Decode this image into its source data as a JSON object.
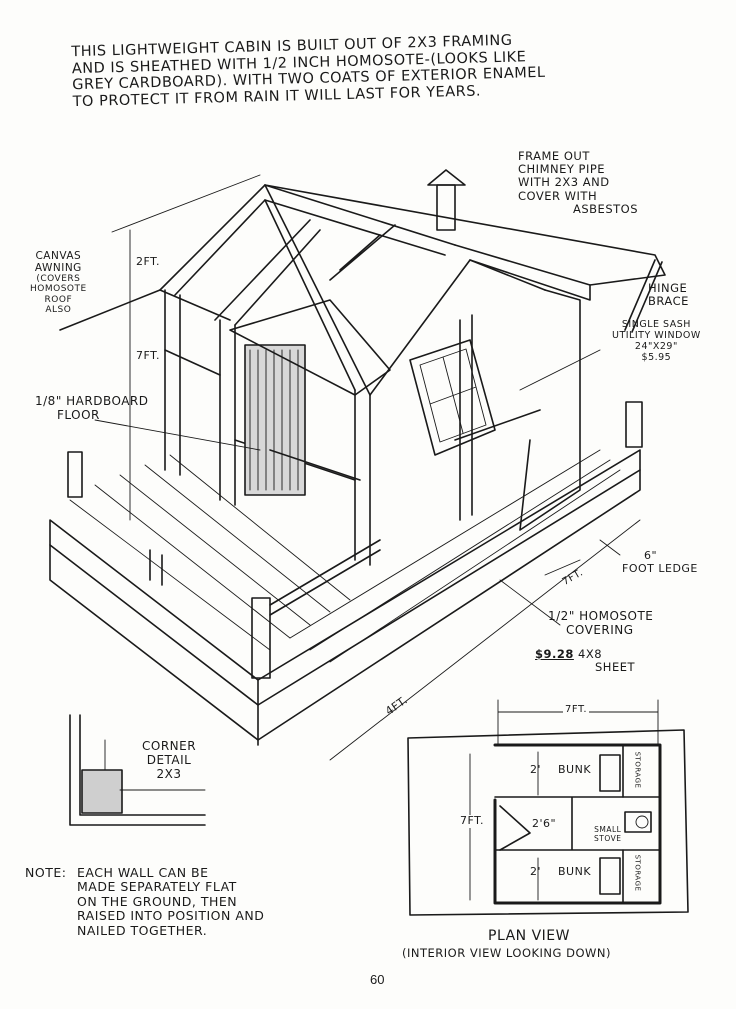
{
  "intro": {
    "lines": [
      "This lightweight cabin is built out of 2x3 framing",
      "and is sheathed with 1/2 inch homosote-(looks like",
      "grey cardboard). With two coats of exterior enamel",
      "to protect it from rain it will last for years."
    ]
  },
  "labels": {
    "chimney": [
      "Frame out",
      "chimney pipe",
      "with 2x3 and",
      "cover with",
      "asbestos"
    ],
    "awning": [
      "Canvas",
      "awning",
      "(covers",
      "homosote",
      "roof",
      "also"
    ],
    "dim_2ft": "2Ft.",
    "dim_7ft_height": "7Ft.",
    "hardboard": [
      "1/8\" hardboard",
      "floor"
    ],
    "hinge": [
      "Hinge",
      "brace"
    ],
    "window": [
      "Single sash",
      "utility window",
      "24\"x29\"",
      "$5.95"
    ],
    "foot_ledge": [
      "6\"",
      "foot ledge"
    ],
    "dim_7ft_side": "7Ft.",
    "homosote": [
      "1/2\" homosote",
      "covering"
    ],
    "price_sheet": [
      "$9.28",
      "4x8",
      "sheet"
    ],
    "dim_4ft": "4Ft.",
    "corner": [
      "Corner",
      "detail",
      "2x3"
    ]
  },
  "note": {
    "prefix": "Note:",
    "lines": [
      "each wall can be",
      "made separately flat",
      "on the ground, then",
      "raised into position and",
      "nailed together."
    ]
  },
  "plan": {
    "width_dim": "7Ft.",
    "height_dim": "7Ft.",
    "bunk_top": {
      "width": "2'",
      "label": "Bunk"
    },
    "aisle": "2'6\"",
    "bunk_bottom": {
      "width": "2'",
      "label": "Bunk"
    },
    "storage_top": "Storage",
    "storage_bottom": "Storage",
    "stove": [
      "Small",
      "stove"
    ],
    "title": "Plan View",
    "subtitle": "(Interior view looking down)"
  },
  "page_number": "60"
}
